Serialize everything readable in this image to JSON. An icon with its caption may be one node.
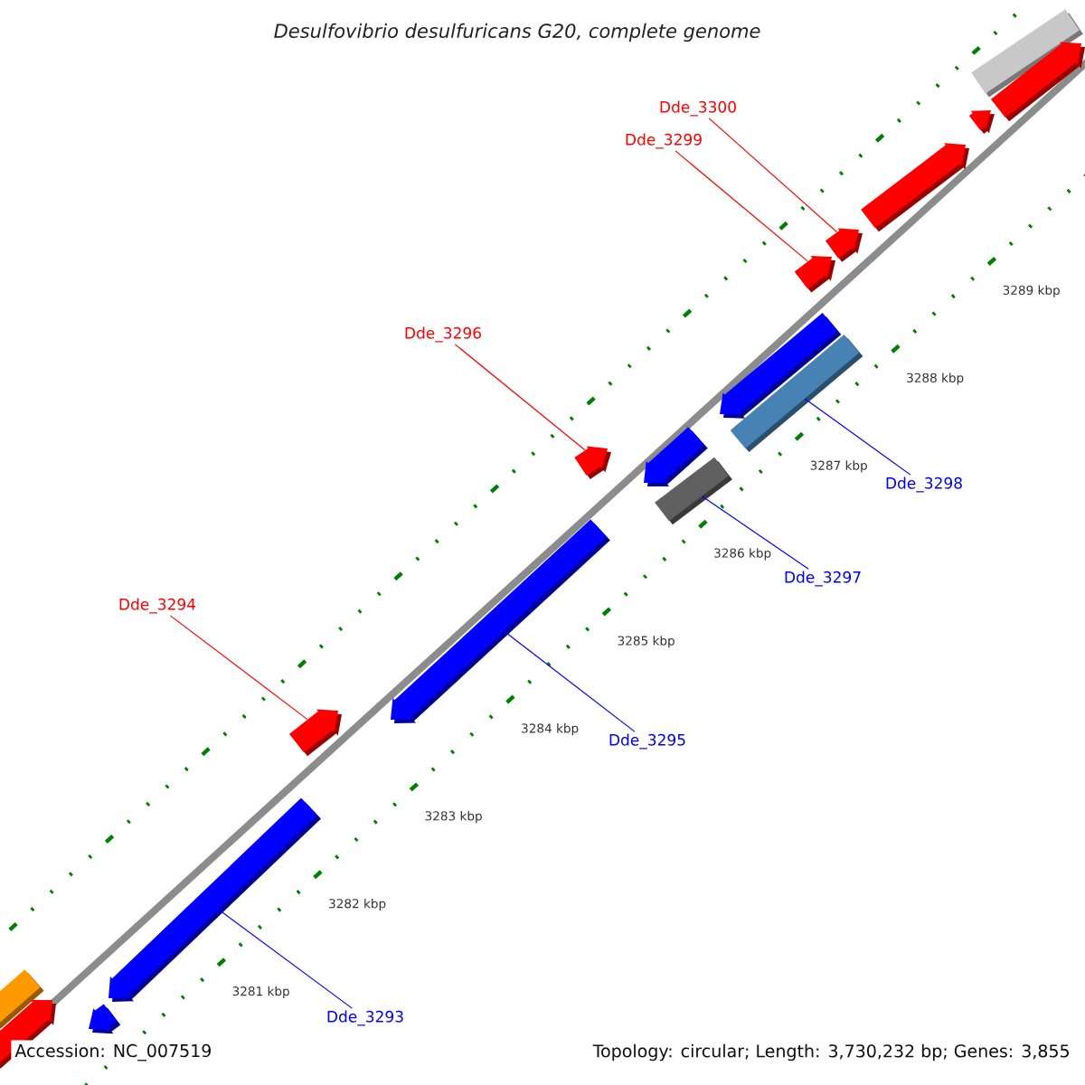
{
  "diagram": {
    "title": "Desulfovibrio desulfuricans G20, complete genome",
    "nodes": [
      {
        "text": [
          "Dde_3300"
        ]
      },
      {
        "text": [
          "Dde_3299"
        ]
      },
      {
        "text": [
          "Dde_3296"
        ]
      },
      {
        "text": [
          "Dde_3298"
        ]
      },
      {
        "text": [
          "Dde_3297"
        ]
      },
      {
        "text": [
          "Dde_3294"
        ]
      },
      {
        "text": [
          "Dde_3295"
        ]
      },
      {
        "text": [
          "Dde_3293"
        ]
      },
      {
        "text": [],
        "shape": "bar"
      },
      {
        "text": [],
        "shape": "pentagon"
      },
      {
        "text": [],
        "shape": "pentagon"
      },
      {
        "text": [],
        "shape": "pentagon"
      },
      {
        "text": [],
        "shape": "pentagon"
      },
      {
        "text": [],
        "shape": "pentagon"
      },
      {
        "text": [],
        "shape": "pentagon"
      },
      {
        "text": [],
        "shape": "bar"
      },
      {
        "text": [],
        "shape": "pentagon"
      },
      {
        "text": [],
        "shape": "bar"
      },
      {
        "text": [],
        "shape": "pentagon"
      },
      {
        "text": [],
        "shape": "pentagon"
      },
      {
        "text": [],
        "shape": "pentagon"
      },
      {
        "text": [],
        "shape": "pentagon"
      },
      {
        "text": [],
        "shape": "bar"
      },
      {
        "text": [],
        "shape": "pentagon"
      },
      {
        "text": [],
        "shape": "pentagon"
      }
    ],
    "edges": [
      {
        "from": 0,
        "to": 12,
        "arrow": "none",
        "color": "#ff0000"
      },
      {
        "from": 1,
        "to": 13,
        "arrow": "none",
        "color": "#ff0000"
      },
      {
        "from": 2,
        "to": 18,
        "arrow": "none",
        "color": "#ff0000"
      },
      {
        "from": 3,
        "to": 15,
        "arrow": "none",
        "color": "#0000ff"
      },
      {
        "from": 4,
        "to": 17,
        "arrow": "none",
        "color": "#0000ff"
      },
      {
        "from": 5,
        "to": 20,
        "arrow": "none",
        "color": "#ff0000"
      },
      {
        "from": 6,
        "to": 19,
        "arrow": "none",
        "color": "#0000ff"
      },
      {
        "from": 7,
        "to": 21,
        "arrow": "none",
        "color": "#0000ff"
      }
    ],
    "labels": [
      "3289 kbp",
      "3288 kbp",
      "3287 kbp",
      "3286 kbp",
      "3285 kbp",
      "3284 kbp",
      "3283 kbp",
      "3282 kbp",
      "3281 kbp",
      "Accession: NC_007519",
      "Topology: circular; Length: 3,730,232 bp; Genes: 3,855"
    ]
  }
}
